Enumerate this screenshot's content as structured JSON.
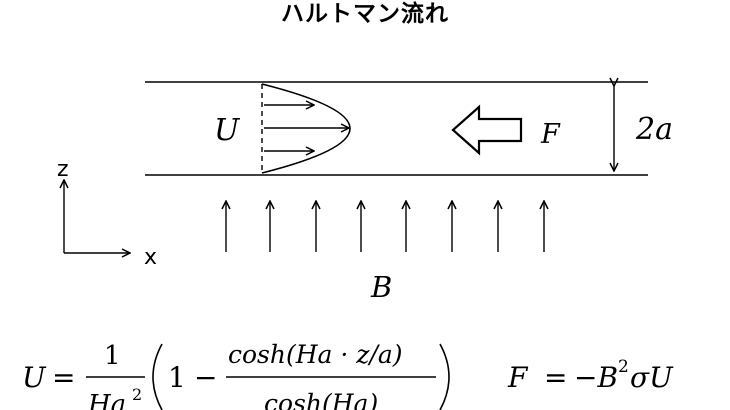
{
  "title": "ハルトマン流れ",
  "labels": {
    "velocity": "U",
    "force": "F",
    "height": "2a",
    "field": "B",
    "z_axis": "z",
    "x_axis": "x"
  },
  "equations": {
    "U_lhs": "U",
    "U_equals": "=",
    "frac1_num": "1",
    "frac1_den_base": "Ha",
    "frac1_den_exp": "2",
    "paren_one": "1",
    "paren_minus": "−",
    "frac2_num": "cosh(Ha · z/a)",
    "frac2_den": "cosh(Ha)",
    "F_eq_lhs": "F",
    "F_eq_equals": "=",
    "F_eq_rhs_prefix": "−B",
    "F_eq_exp": "2",
    "F_eq_rhs_suffix": "σU"
  }
}
